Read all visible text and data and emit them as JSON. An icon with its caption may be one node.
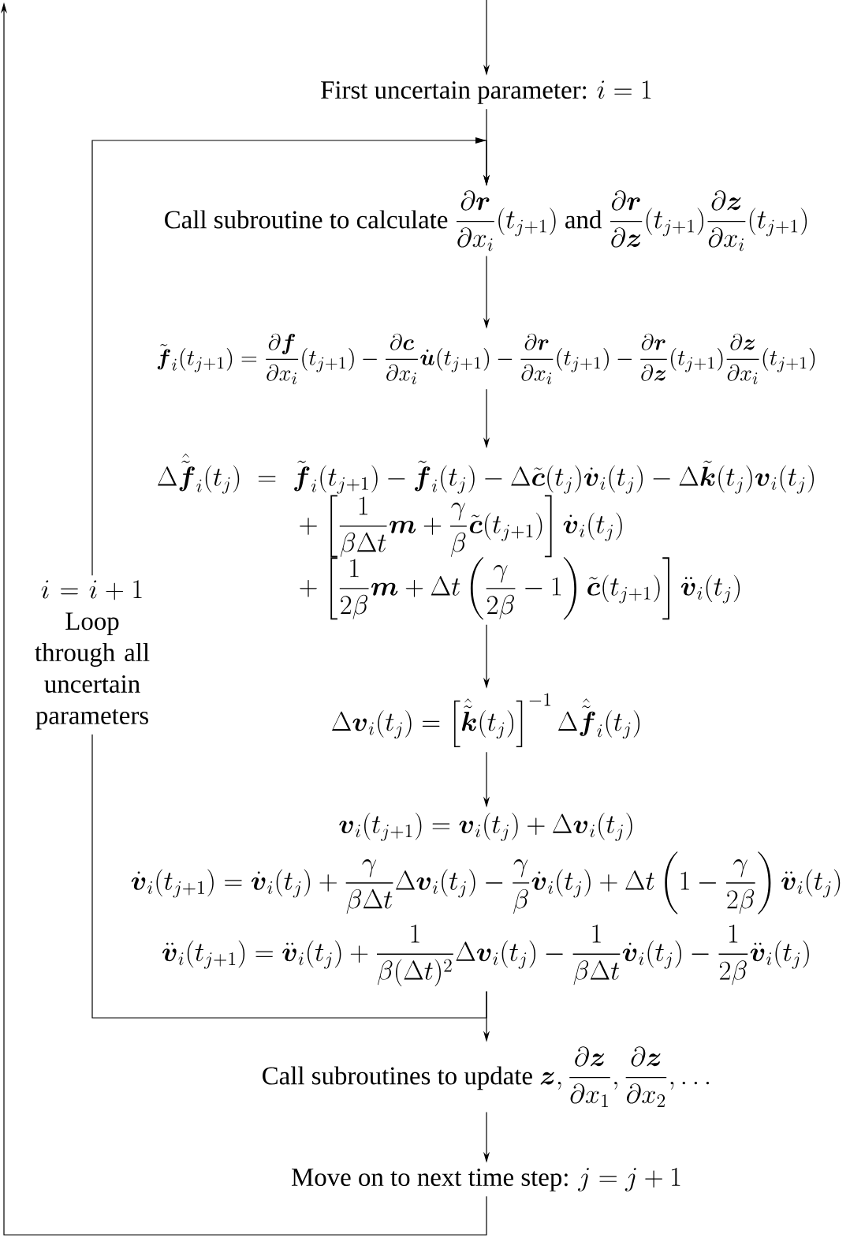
{
  "diagram": {
    "nodes": [
      {
        "text": [
          "First uncertain parameter:",
          "i = 1"
        ]
      },
      {
        "text": [
          "Call subroutine to calculate",
          "\\frac{\\partial \\boldsymbol{r}}{\\partial x_i}(t_{j+1})",
          "and",
          "\\frac{\\partial \\boldsymbol{r}}{\\partial \\boldsymbol{z}}(t_{j+1})\\frac{\\partial \\boldsymbol{z}}{\\partial x_i}(t_{j+1})"
        ]
      },
      {
        "text": [
          "\\tilde{\\boldsymbol{f}}_i(t_{j+1}) = \\frac{\\partial \\boldsymbol{f}}{\\partial x_i}(t_{j+1}) - \\frac{\\partial \\boldsymbol{c}}{\\partial x_i}\\dot{\\boldsymbol{u}}(t_{j+1}) - \\frac{\\partial \\boldsymbol{r}}{\\partial x_i}(t_{j+1}) - \\frac{\\partial \\boldsymbol{r}}{\\partial \\boldsymbol{z}}(t_{j+1})\\frac{\\partial \\boldsymbol{z}}{\\partial x_i}(t_{j+1})"
        ]
      },
      {
        "text": [
          "\\begin{array}{rcl} \\Delta\\hat{\\tilde{\\boldsymbol{f}}}_i(t_j) & = & \\tilde{\\boldsymbol{f}}_i(t_{j+1}) - \\tilde{\\boldsymbol{f}}_i(t_j) - \\Delta\\tilde{\\boldsymbol{c}}(t_j)\\dot{\\boldsymbol{v}}_i(t_j) - \\Delta\\tilde{\\boldsymbol{k}}(t_j)\\boldsymbol{v}_i(t_j) \\\\ & & {}+\\left[\\dfrac{1}{\\beta\\Delta t}\\boldsymbol{m} + \\dfrac{\\gamma}{\\beta}\\tilde{\\boldsymbol{c}}(t_{j+1})\\right]\\dot{\\boldsymbol{v}}_i(t_j) \\\\ & & {}+\\left[\\dfrac{1}{2\\beta}\\boldsymbol{m} + \\Delta t\\left(\\dfrac{\\gamma}{2\\beta}-1\\right)\\tilde{\\boldsymbol{c}}(t_{j+1})\\right]\\ddot{\\boldsymbol{v}}_i(t_j) \\end{array}"
        ]
      },
      {
        "text": [
          "\\Delta\\boldsymbol{v}_i(t_j) = \\left[\\hat{\\tilde{\\boldsymbol{k}}}(t_j)\\right]^{-1}\\Delta\\hat{\\tilde{\\boldsymbol{f}}}_i(t_j)"
        ]
      },
      {
        "text": [
          "\\boldsymbol{v}_i(t_{j+1}) = \\boldsymbol{v}_i(t_j) + \\Delta\\boldsymbol{v}_i(t_j)",
          "\\dot{\\boldsymbol{v}}_i(t_{j+1}) = \\dot{\\boldsymbol{v}}_i(t_j) + \\frac{\\gamma}{\\beta\\Delta t}\\Delta\\boldsymbol{v}_i(t_j) - \\frac{\\gamma}{\\beta}\\dot{\\boldsymbol{v}}_i(t_j) + \\Delta t\\left(1-\\frac{\\gamma}{2\\beta}\\right)\\ddot{\\boldsymbol{v}}_i(t_j)",
          "\\ddot{\\boldsymbol{v}}_i(t_{j+1}) = \\ddot{\\boldsymbol{v}}_i(t_j) + \\frac{1}{\\beta(\\Delta t)^2}\\Delta\\boldsymbol{v}_i(t_j) - \\frac{1}{\\beta\\Delta t}\\dot{\\boldsymbol{v}}_i(t_j) - \\frac{1}{2\\beta}\\ddot{\\boldsymbol{v}}_i(t_j)"
        ]
      },
      {
        "text": [
          "Call subroutines to update",
          "\\boldsymbol{z}, \\frac{\\partial \\boldsymbol{z}}{\\partial x_1}, \\frac{\\partial \\boldsymbol{z}}{\\partial x_2}, \\ldots"
        ]
      },
      {
        "text": [
          "Move on to next time step:",
          "j = j + 1"
        ]
      },
      {
        "text": [
          "i = i + 1",
          "Loop through all uncertain parameters"
        ]
      }
    ],
    "edges": [
      {
        "from": null,
        "to": 0,
        "arrow": "to"
      },
      {
        "from": 0,
        "to": 1,
        "arrow": "to"
      },
      {
        "from": 1,
        "to": 2,
        "arrow": "to"
      },
      {
        "from": 2,
        "to": 3,
        "arrow": "to"
      },
      {
        "from": 3,
        "to": 4,
        "arrow": "to"
      },
      {
        "from": 4,
        "to": 5,
        "arrow": "to"
      },
      {
        "from": 5,
        "to": 6,
        "arrow": "to"
      },
      {
        "from": 6,
        "to": 7,
        "arrow": "to"
      },
      {
        "from": 7,
        "to": null,
        "arrow": "to"
      },
      {
        "from": 5,
        "to": 8,
        "arrow": "none"
      },
      {
        "from": 8,
        "to": 1,
        "arrow": "to"
      }
    ]
  }
}
